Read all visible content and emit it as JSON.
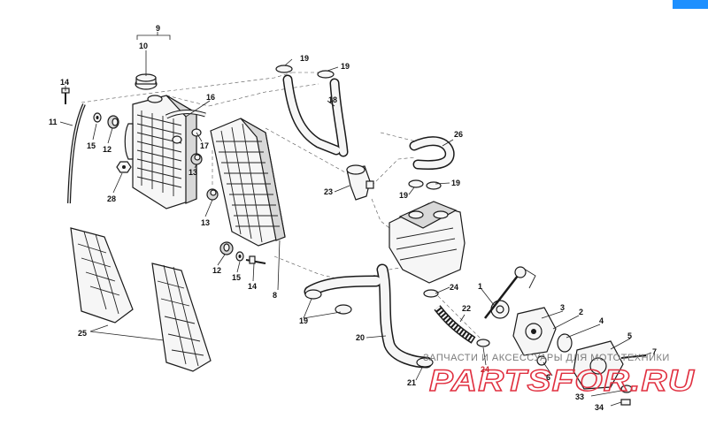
{
  "diagram": {
    "labels": [
      {
        "id": "9",
        "text": "9"
      },
      {
        "id": "10",
        "text": "10"
      },
      {
        "id": "14a",
        "text": "14"
      },
      {
        "id": "11",
        "text": "11"
      },
      {
        "id": "15a",
        "text": "15"
      },
      {
        "id": "12a",
        "text": "12"
      },
      {
        "id": "16",
        "text": "16"
      },
      {
        "id": "17",
        "text": "17"
      },
      {
        "id": "13a",
        "text": "13"
      },
      {
        "id": "28",
        "text": "28"
      },
      {
        "id": "13b",
        "text": "13"
      },
      {
        "id": "12b",
        "text": "12"
      },
      {
        "id": "15b",
        "text": "15"
      },
      {
        "id": "14b",
        "text": "14"
      },
      {
        "id": "8",
        "text": "8"
      },
      {
        "id": "25",
        "text": "25"
      },
      {
        "id": "19a",
        "text": "19"
      },
      {
        "id": "19b",
        "text": "19"
      },
      {
        "id": "18",
        "text": "18"
      },
      {
        "id": "26",
        "text": "26"
      },
      {
        "id": "23",
        "text": "23"
      },
      {
        "id": "19c",
        "text": "19"
      },
      {
        "id": "19d",
        "text": "19"
      },
      {
        "id": "24a",
        "text": "24"
      },
      {
        "id": "22",
        "text": "22"
      },
      {
        "id": "19e",
        "text": "19"
      },
      {
        "id": "20",
        "text": "20"
      },
      {
        "id": "21",
        "text": "21"
      },
      {
        "id": "24b",
        "text": "24"
      },
      {
        "id": "1",
        "text": "1"
      },
      {
        "id": "3",
        "text": "3"
      },
      {
        "id": "2",
        "text": "2"
      },
      {
        "id": "4",
        "text": "4"
      },
      {
        "id": "5",
        "text": "5"
      },
      {
        "id": "6",
        "text": "6"
      },
      {
        "id": "7",
        "text": "7"
      },
      {
        "id": "33",
        "text": "33"
      },
      {
        "id": "34",
        "text": "34"
      }
    ]
  },
  "watermark": {
    "caption": "ЗАПЧАСТИ И АКСЕССУАРЫ ДЛЯ МОТОТЕХНИКИ",
    "logo": "PARTSFOR.RU"
  },
  "colors": {
    "label_highlight": "#c4262e",
    "watermark_logo": "#e03040",
    "corner_badge": "#1e90ff"
  }
}
